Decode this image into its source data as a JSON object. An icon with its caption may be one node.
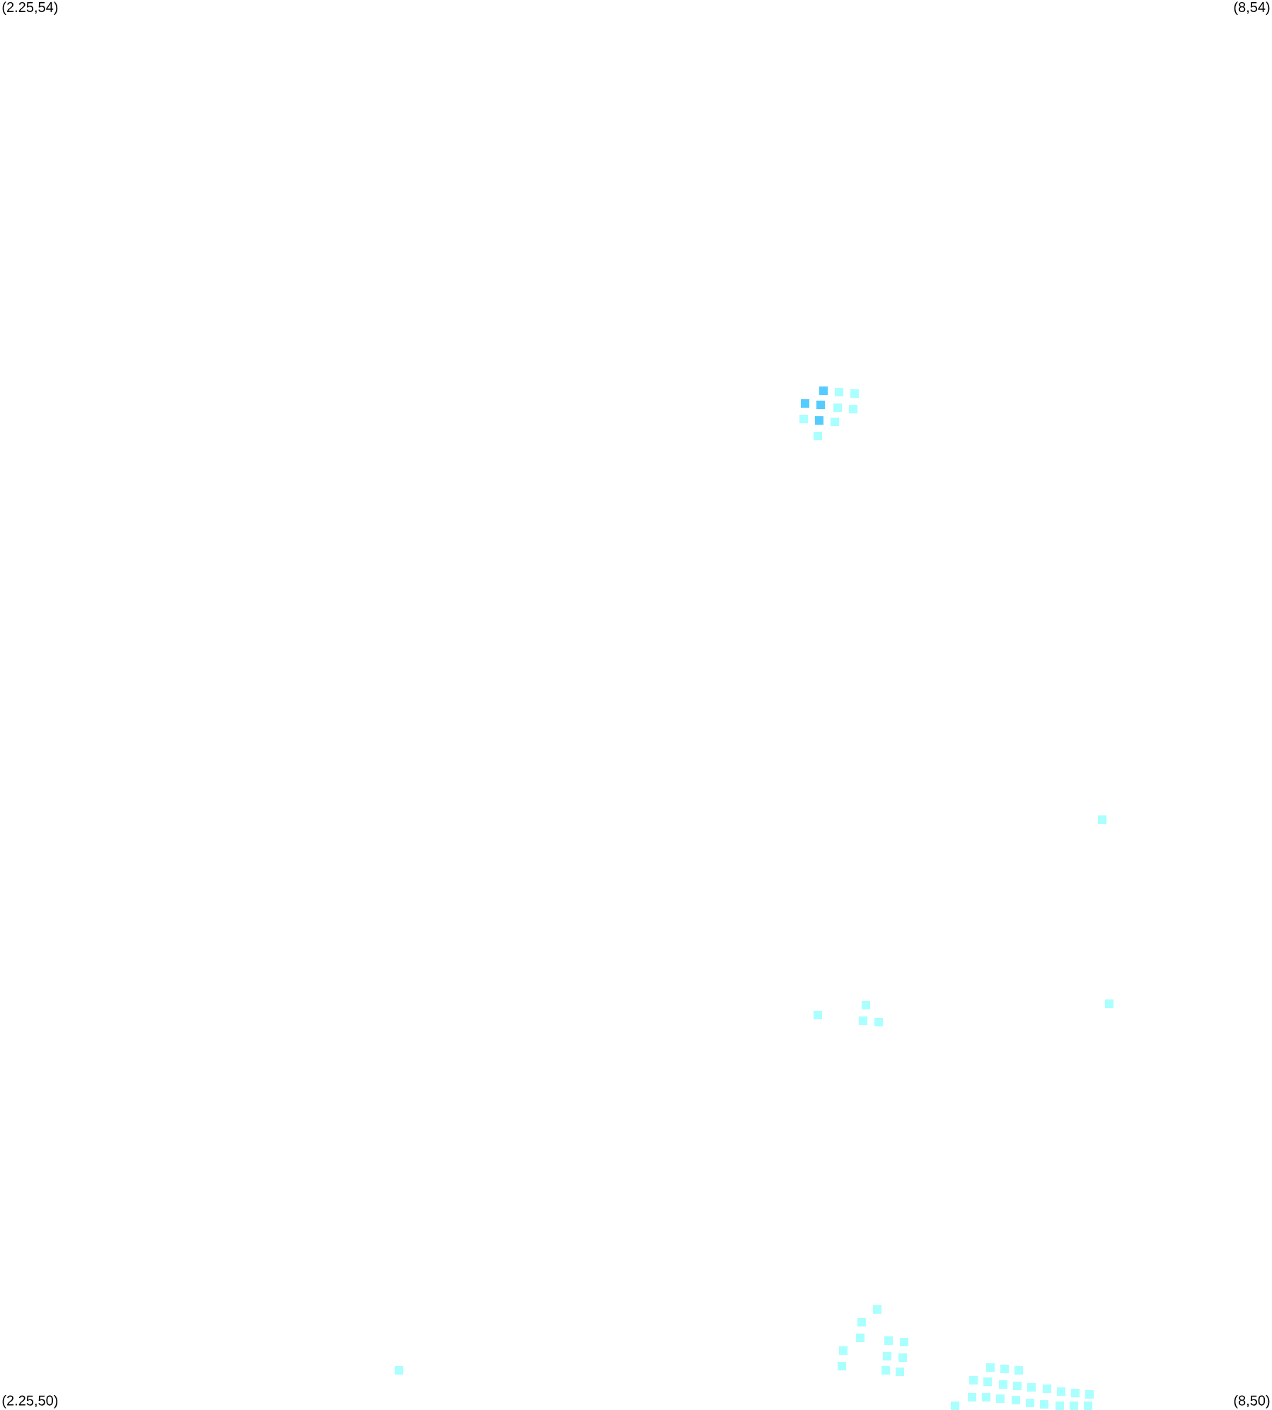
{
  "diagram": {
    "labels": [
      "(2.25,54)",
      "(8,54)",
      "(2.25,50)",
      "(8,50)"
    ]
  }
}
